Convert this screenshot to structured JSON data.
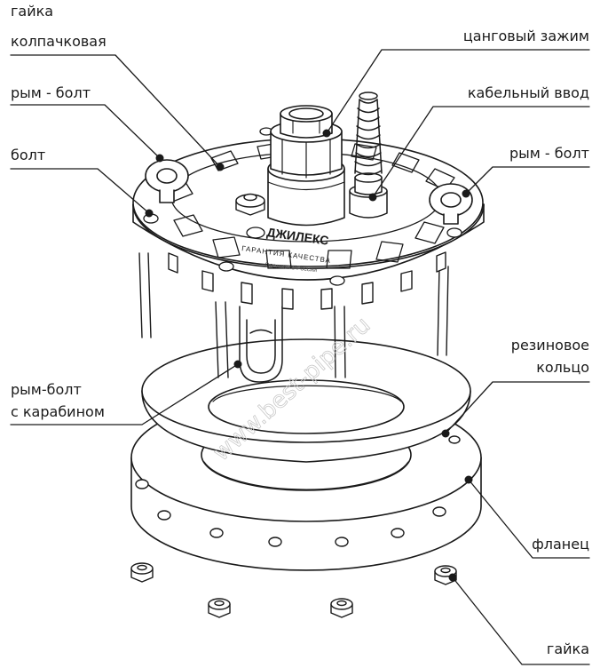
{
  "labels": {
    "cap_nut_line1": "гайка",
    "cap_nut_line2": "колпачковая",
    "eyebolt_left": "рым - болт",
    "bolt": "болт",
    "eyebolt_carabiner_line1": "рым-болт",
    "eyebolt_carabiner_line2": "с карабином",
    "collet_clamp": "цанговый зажим",
    "cable_gland": "кабельный ввод",
    "eyebolt_right": "рым - болт",
    "rubber_ring_line1": "резиновое",
    "rubber_ring_line2": "кольцо",
    "flange": "фланец",
    "nut": "гайка"
  },
  "product": {
    "brand": "ДЖИЛЕКС",
    "slogan": "ГАРАНТИЯ КАЧЕСТВА",
    "made_in": "Сделано в России"
  },
  "watermark": "www.best-pipe.ru"
}
